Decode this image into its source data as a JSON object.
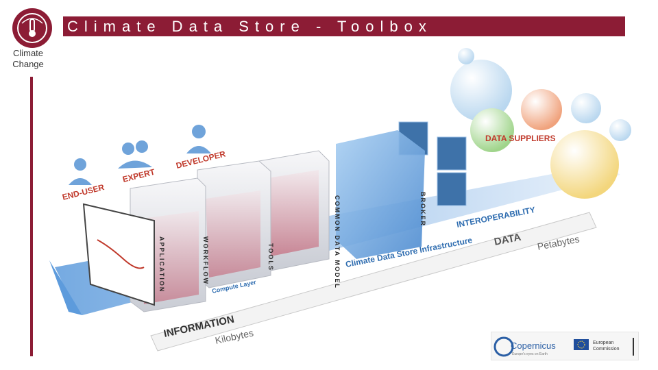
{
  "header": {
    "title": "Climate Data Store - Toolbox"
  },
  "logo": {
    "label_line1": "Climate",
    "label_line2": "Change"
  },
  "diagram": {
    "roles": [
      "END-USER",
      "EXPERT",
      "DEVELOPER"
    ],
    "data_suppliers": "DATA SUPPLIERS",
    "interoperability": "INTEROPERABILITY",
    "infrastructure": "Climate Data Store Infrastructure",
    "data": "DATA",
    "petabytes": "Petabytes",
    "compute_layer": "Compute Layer",
    "information": "INFORMATION",
    "kilobytes": "Kilobytes",
    "layers": {
      "application": "APPLICATION",
      "workflow": "WORKFLOW",
      "tools": "TOOLS",
      "common_data_model": "COMMON DATA MODEL",
      "broker": "BROKER"
    }
  },
  "footer_logos": {
    "copernicus": "Copernicus",
    "copernicus_sub": "Europe's eyes on Earth",
    "ec_line1": "European",
    "ec_line2": "Commission"
  },
  "colors": {
    "brand": "#8c1c35",
    "arrow_blue": "#7fb2e3",
    "role_red": "#c0392b",
    "role_blue": "#2f6db0"
  }
}
